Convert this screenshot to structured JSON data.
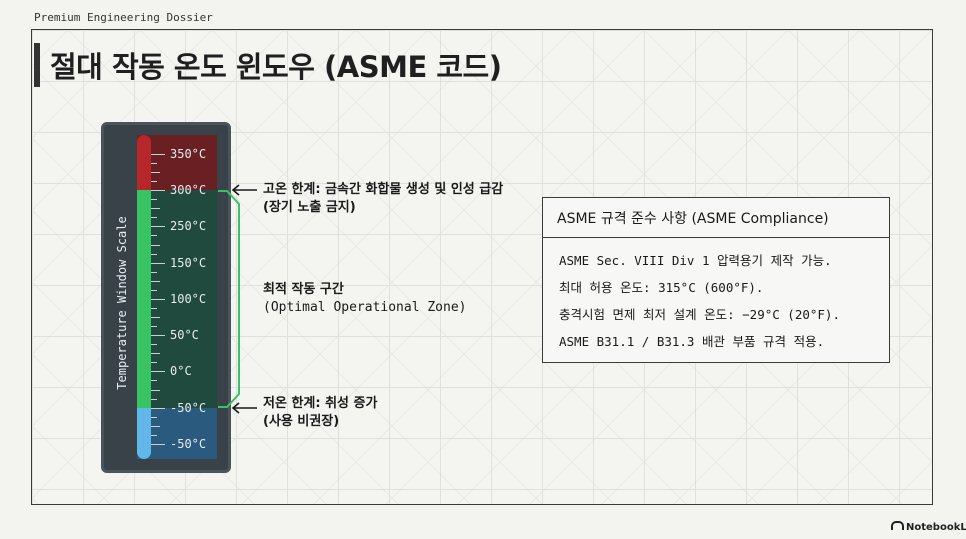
{
  "header": {
    "label": "Premium Engineering Dossier"
  },
  "title": "절대 작동 온도 윈도우 (ASME 코드)",
  "thermometer": {
    "scale_title": "Temperature Window Scale",
    "ticks": [
      "350°C",
      "300°C",
      "250°C",
      "150°C",
      "100°C",
      "50°C",
      "0°C",
      "-50°C",
      "-50°C"
    ],
    "zone_colors": {
      "high": "#6a1f22",
      "optimal": "#1f4a3d",
      "low": "#2a5a7e"
    },
    "high_limit_fraction": 0.83,
    "low_limit_fraction": 0.16
  },
  "annotations": {
    "high": {
      "title": "고온 한계: 금속간 화합물 생성 및 인성 급감",
      "subtitle": "(장기 노출 금지)"
    },
    "optimal": {
      "title": "최적 작동 구간",
      "subtitle": "(Optimal Operational Zone)"
    },
    "low": {
      "title": "저온 한계: 취성 증가",
      "subtitle": "(사용 비권장)"
    }
  },
  "compliance": {
    "header": "ASME 규격 준수 사항 (ASME Compliance)",
    "items": [
      "ASME Sec. VIII Div 1 압력용기 제작 가능.",
      "최대 허용 온도: 315°C (600°F).",
      "충격시험 면제 최저 설계 온도: −29°C (20°F).",
      "ASME B31.1 / B31.3 배관 부품 규격 적용."
    ]
  },
  "footer": {
    "logo": "NotebookLM"
  },
  "colors": {
    "accent_green": "#39c463",
    "accent_red": "#b7262a",
    "accent_blue": "#62b7ea"
  }
}
